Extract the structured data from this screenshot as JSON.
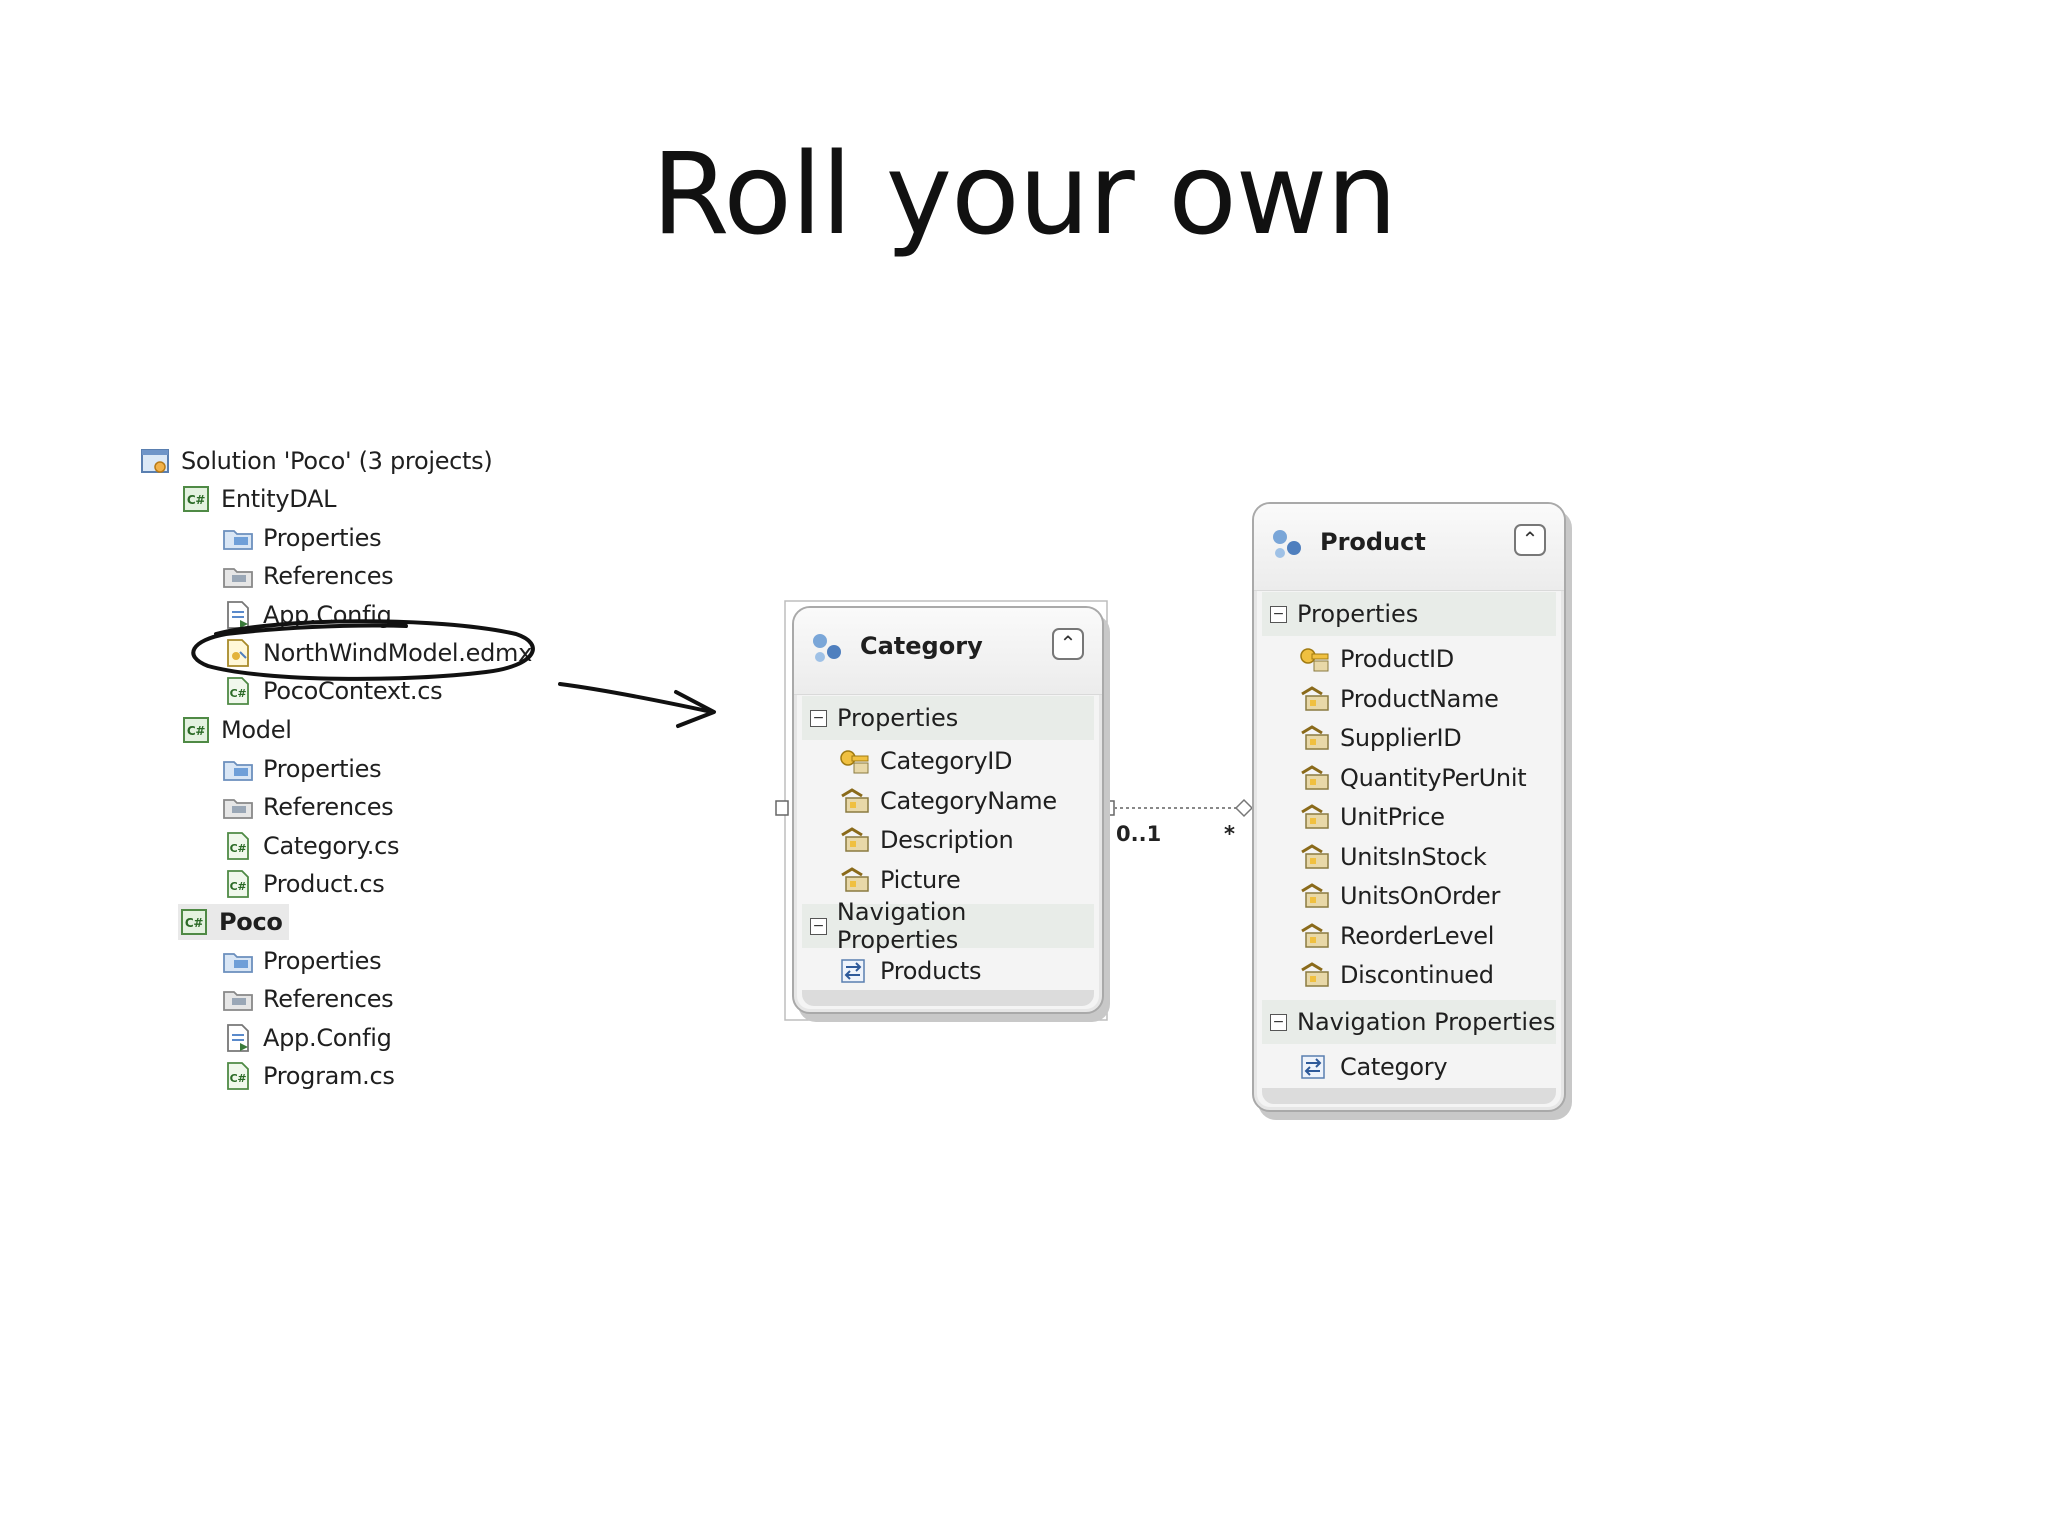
{
  "slide": {
    "title": "Roll your own"
  },
  "solution_explorer": {
    "solution_label": "Solution 'Poco' (3 projects)",
    "projects": [
      {
        "name": "EntityDAL",
        "items": [
          "Properties",
          "References",
          "App.Config",
          "NorthWindModel.edmx",
          "PocoContext.cs"
        ]
      },
      {
        "name": "Model",
        "items": [
          "Properties",
          "References",
          "Category.cs",
          "Product.cs"
        ]
      },
      {
        "name": "Poco",
        "items": [
          "Properties",
          "References",
          "App.Config",
          "Program.cs"
        ]
      }
    ]
  },
  "entities": {
    "category": {
      "title": "Category",
      "collapse_glyph": "⌃",
      "properties_header": "Properties",
      "properties": [
        "CategoryID",
        "CategoryName",
        "Description",
        "Picture"
      ],
      "nav_header": "Navigation Properties",
      "nav_properties": [
        "Products"
      ]
    },
    "product": {
      "title": "Product",
      "collapse_glyph": "⌃",
      "properties_header": "Properties",
      "properties": [
        "ProductID",
        "ProductName",
        "SupplierID",
        "QuantityPerUnit",
        "UnitPrice",
        "UnitsInStock",
        "UnitsOnOrder",
        "ReorderLevel",
        "Discontinued"
      ],
      "nav_header": "Navigation Properties",
      "nav_properties": [
        "Category"
      ]
    }
  },
  "association": {
    "left_multiplicity": "0..1",
    "right_multiplicity": "*"
  },
  "icons": {
    "solution": "solution-icon",
    "project": "csharp-project-icon",
    "properties": "properties-folder-icon",
    "references": "references-folder-icon",
    "config": "config-file-icon",
    "edmx": "edmx-file-icon",
    "cs": "csharp-file-icon",
    "key_property": "key-property-icon",
    "scalar_property": "property-icon",
    "navigation": "navigation-property-icon",
    "entity": "entity-type-icon"
  }
}
